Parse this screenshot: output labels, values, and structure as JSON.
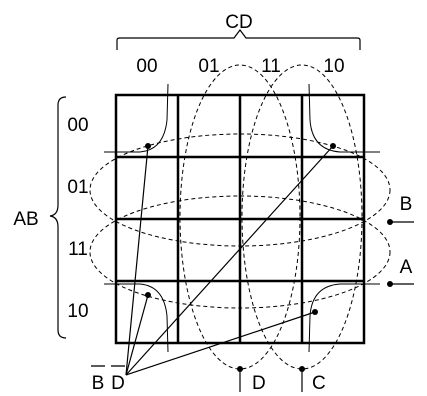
{
  "vars": {
    "col_var": "CD",
    "row_var": "AB"
  },
  "columns": [
    "00",
    "01",
    "11",
    "10"
  ],
  "rows": [
    "00",
    "01",
    "11",
    "10"
  ],
  "groups": {
    "b_label": "B",
    "a_label": "A",
    "d_label": "D",
    "c_label": "C"
  },
  "corner_term": {
    "b_bar": "B",
    "d_bar": "D"
  },
  "colors": {
    "ink": "#000000",
    "background": "#ffffff"
  }
}
